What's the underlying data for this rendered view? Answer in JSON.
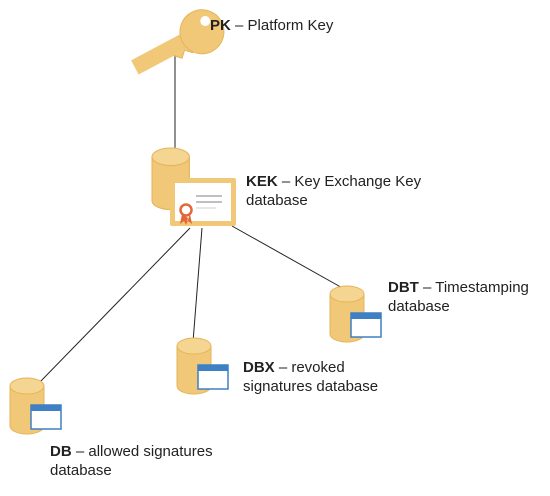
{
  "colors": {
    "gold": "#f0c878",
    "gold_edge": "#e6b45a",
    "blue": "#3f7fc4",
    "ribbon": "#e2683a",
    "line": "#222222"
  },
  "icons": {
    "pk": "key-icon",
    "kek": "database-with-certificate-icon",
    "db": "database-with-window-icon",
    "dbx": "database-with-window-icon",
    "dbt": "database-with-window-icon"
  },
  "nodes": {
    "pk": {
      "abbr": "PK",
      "desc": " – Platform Key"
    },
    "kek": {
      "abbr": "KEK",
      "desc": " – Key Exchange Key database"
    },
    "dbt": {
      "abbr": "DBT",
      "desc": " – Timestamping database"
    },
    "dbx": {
      "abbr": "DBX",
      "desc": " – revoked signatures database"
    },
    "db": {
      "abbr": "DB",
      "desc": " – allowed signatures database"
    }
  }
}
